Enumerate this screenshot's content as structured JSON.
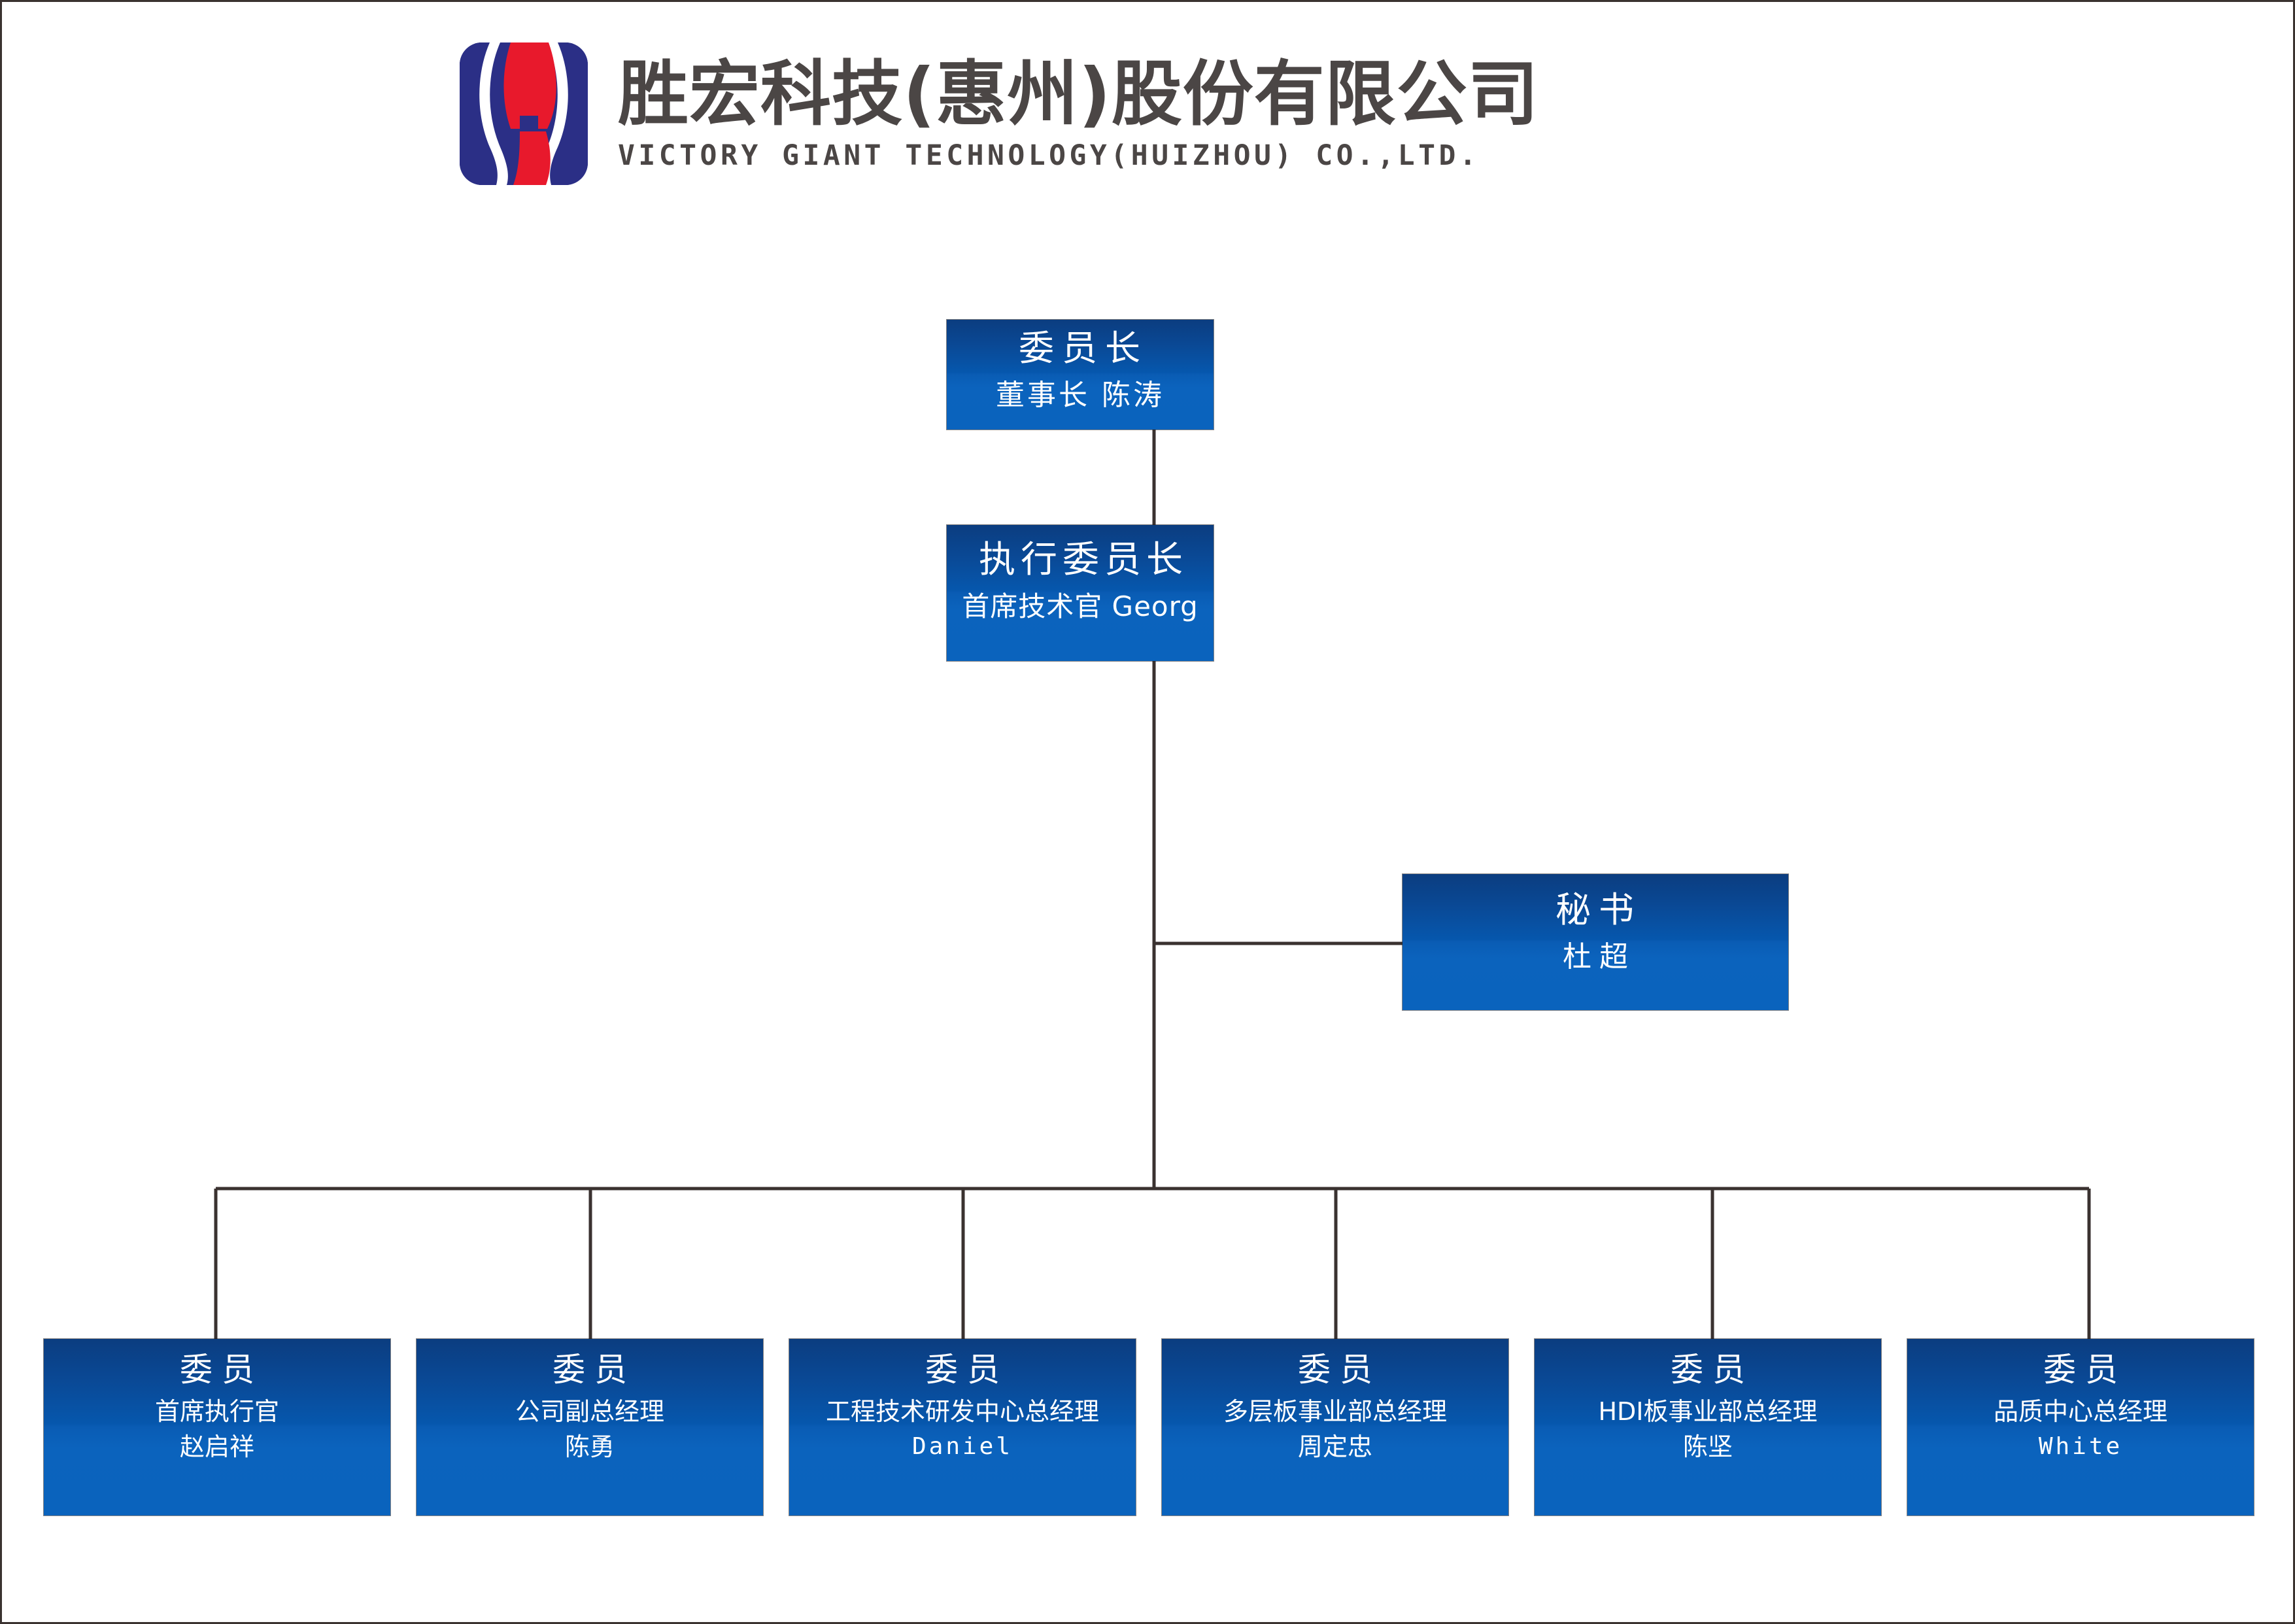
{
  "header": {
    "logo_icon": "victory-giant-s-logo",
    "company_cn": "胜宏科技(惠州)股份有限公司",
    "company_en": "VICTORY GIANT TECHNOLOGY(HUIZHOU) CO.,LTD."
  },
  "colors": {
    "box_gradient_top": "#0b3d80",
    "box_gradient_bottom": "#0a63bd",
    "connector_line": "#3a3230",
    "text_dark": "#4b4645",
    "logo_blue": "#2b2f86",
    "logo_red": "#e8192c",
    "page_background": "#ffffff"
  },
  "org_chart": {
    "chairman": {
      "title": "委员长",
      "subtitle": "董事长 陈涛"
    },
    "executive_chairman": {
      "title": "执行委员长",
      "subtitle": "首席技术官 Georg"
    },
    "secretary": {
      "title": "秘书",
      "subtitle": "杜超"
    },
    "members": [
      {
        "title": "委员",
        "role": "首席执行官",
        "name": "赵启祥",
        "name_is_latin": false
      },
      {
        "title": "委员",
        "role": "公司副总经理",
        "name": "陈勇",
        "name_is_latin": false
      },
      {
        "title": "委员",
        "role": "工程技术研发中心总经理",
        "name": "Daniel",
        "name_is_latin": true
      },
      {
        "title": "委员",
        "role": "多层板事业部总经理",
        "name": "周定忠",
        "name_is_latin": false
      },
      {
        "title": "委员",
        "role": "HDI板事业部总经理",
        "name": "陈坚",
        "name_is_latin": false
      },
      {
        "title": "委员",
        "role": "品质中心总经理",
        "name": "White",
        "name_is_latin": true
      }
    ]
  }
}
